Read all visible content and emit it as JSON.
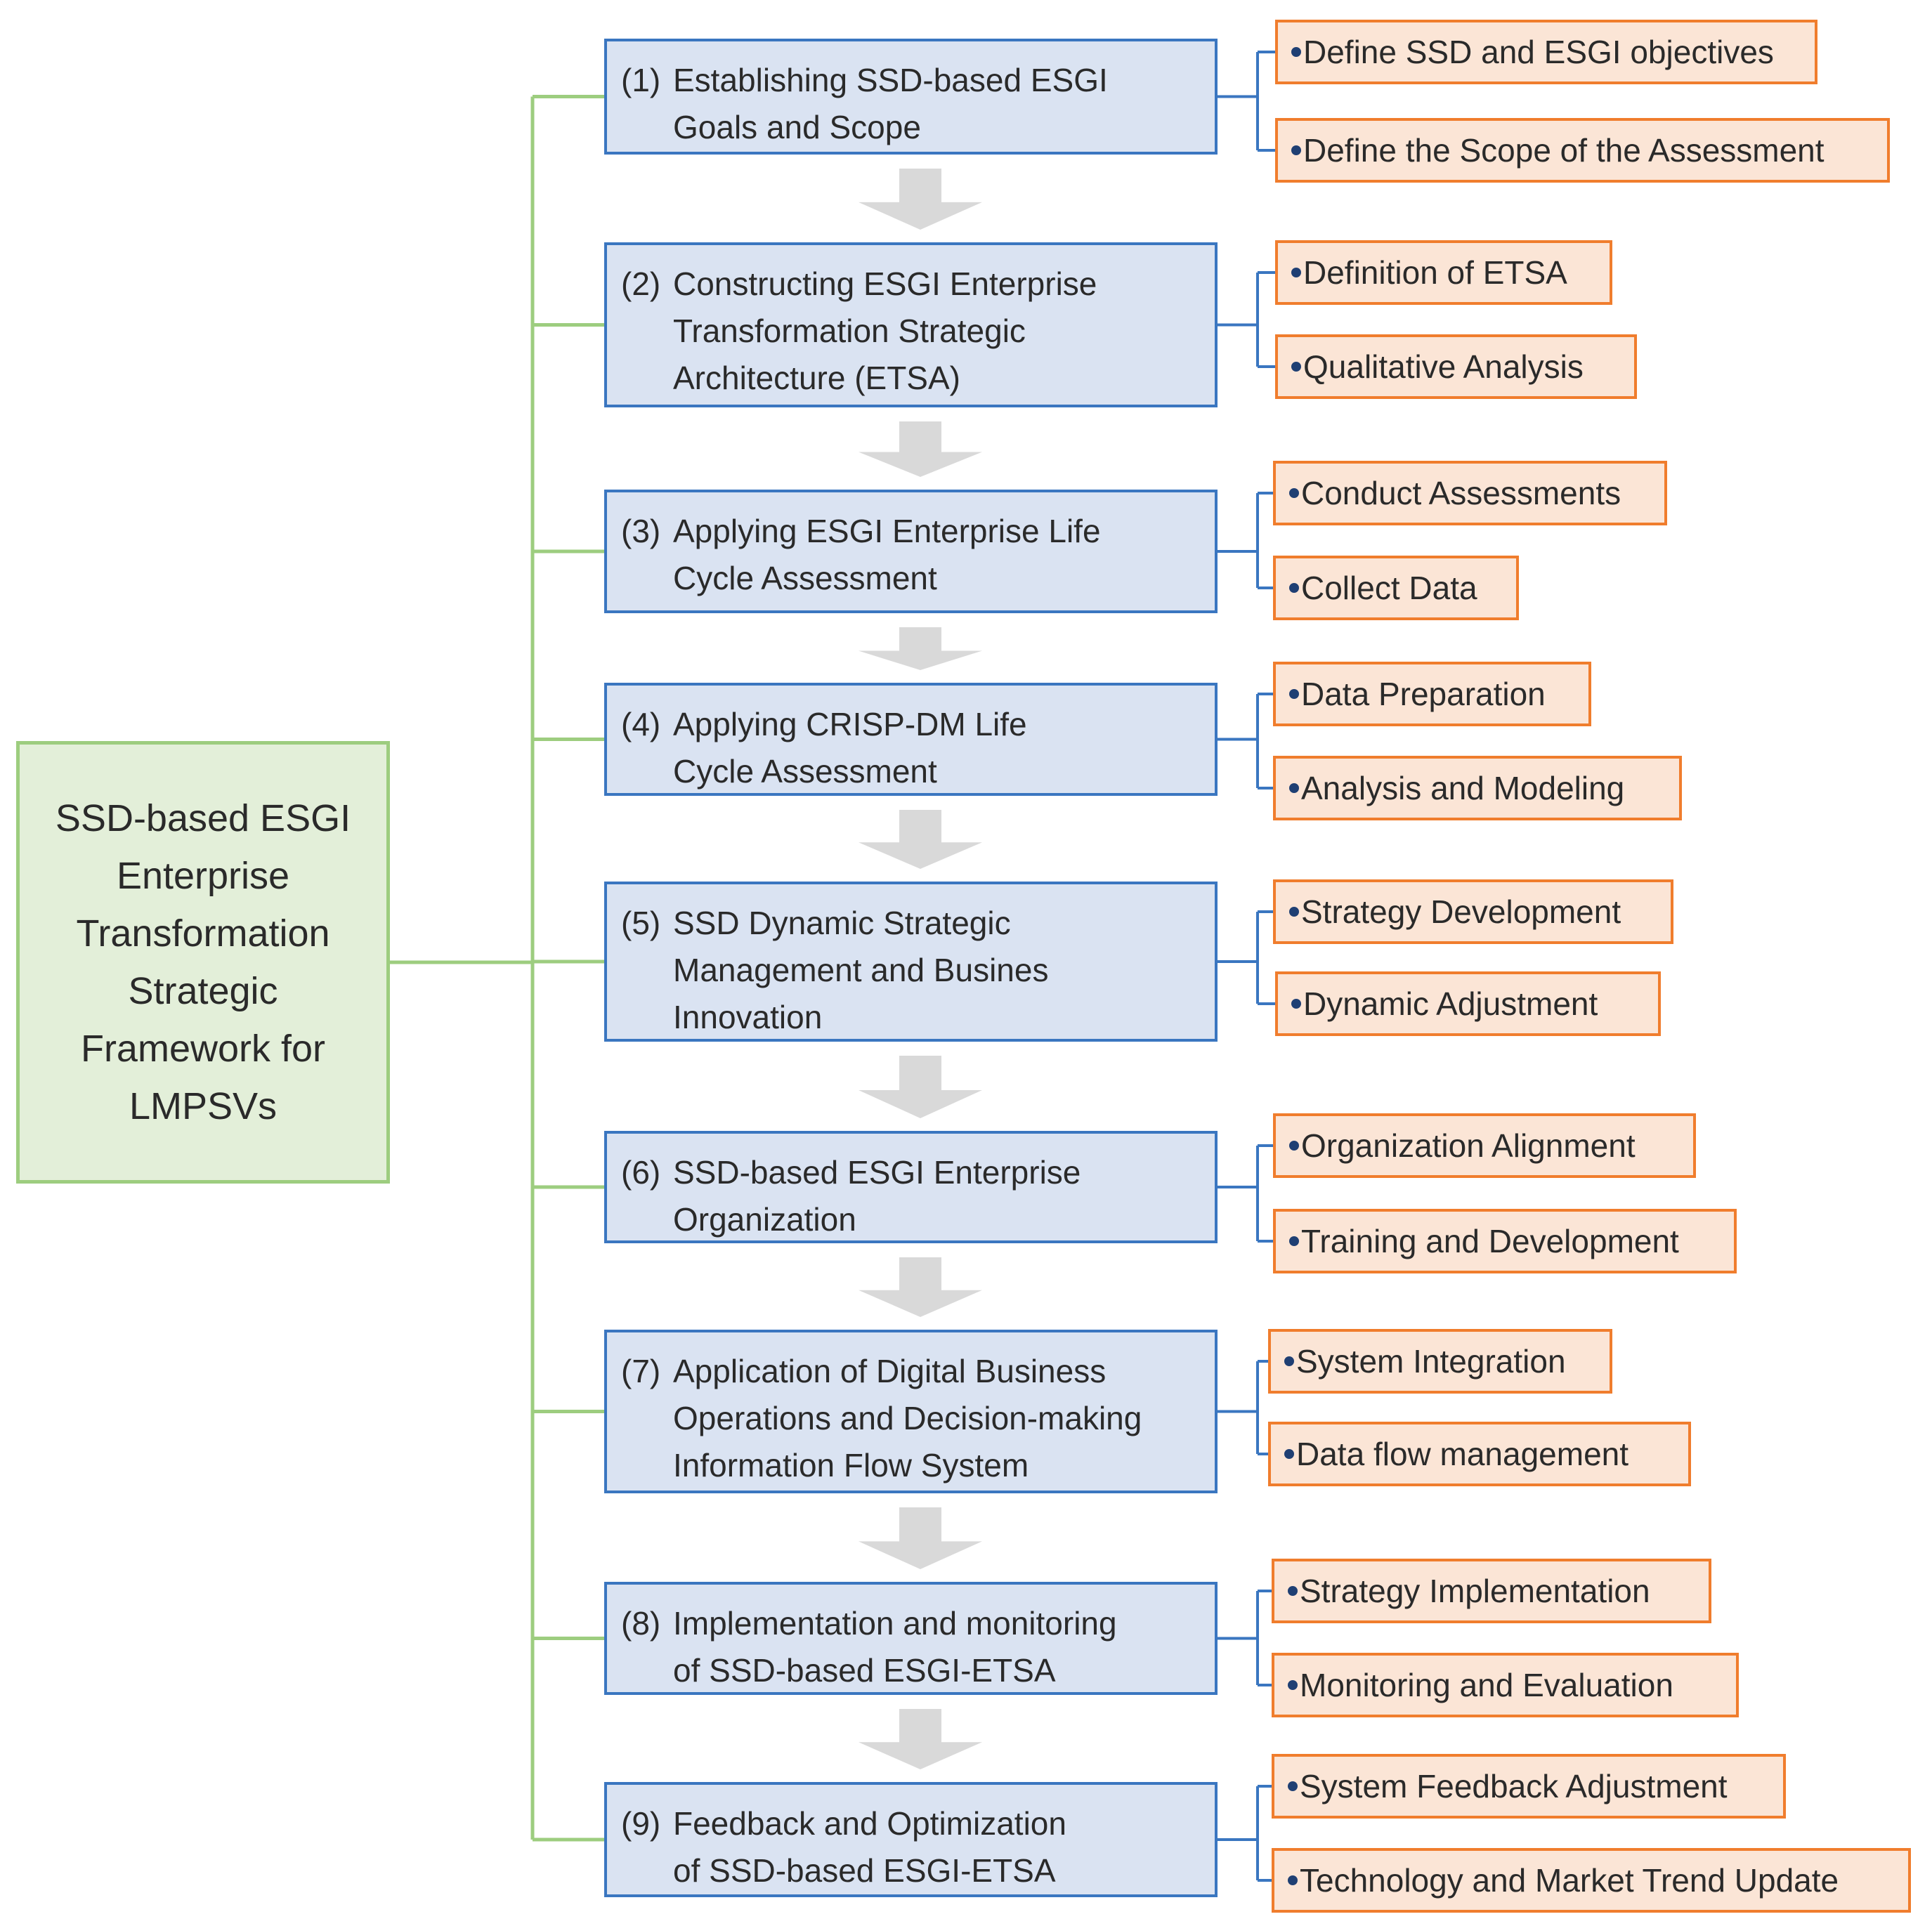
{
  "root": {
    "lines": [
      "SSD-based ESGI",
      "Enterprise",
      "Transformation",
      "Strategic",
      "Framework for",
      "LMPSVs"
    ]
  },
  "steps": [
    {
      "num": "(1)",
      "lines": [
        "Establishing SSD-based ESGI",
        "Goals and Scope"
      ],
      "subs": [
        "Define SSD and ESGI objectives",
        "Define the Scope of the Assessment"
      ]
    },
    {
      "num": "(2)",
      "lines": [
        "Constructing  ESGI Enterprise",
        "Transformation Strategic",
        "Architecture (ETSA)"
      ],
      "subs": [
        "Definition of ETSA",
        "Qualitative Analysis"
      ]
    },
    {
      "num": "(3)",
      "lines": [
        "Applying ESGI Enterprise Life",
        "Cycle Assessment"
      ],
      "subs": [
        "Conduct Assessments",
        "Collect Data"
      ]
    },
    {
      "num": "(4)",
      "lines": [
        "Applying CRISP-DM Life",
        "Cycle Assessment"
      ],
      "subs": [
        "Data Preparation",
        "Analysis and Modeling"
      ]
    },
    {
      "num": "(5)",
      "lines": [
        "SSD Dynamic Strategic",
        "Management and Busines",
        "Innovation"
      ],
      "subs": [
        "Strategy Development",
        "Dynamic Adjustment"
      ]
    },
    {
      "num": "(6)",
      "lines": [
        "SSD-based ESGI Enterprise",
        "Organization"
      ],
      "subs": [
        "Organization Alignment",
        "Training and Development"
      ]
    },
    {
      "num": "(7)",
      "lines": [
        "Application of Digital Business",
        "Operations and Decision-making",
        "Information Flow System"
      ],
      "subs": [
        "System Integration",
        "Data flow management"
      ]
    },
    {
      "num": "(8)",
      "lines": [
        "Implementation and monitoring",
        "of SSD-based ESGI-ETSA"
      ],
      "subs": [
        "Strategy Implementation",
        "Monitoring and Evaluation"
      ]
    },
    {
      "num": "(9)",
      "lines": [
        "Feedback and Optimization",
        "of SSD-based ESGI-ETSA"
      ],
      "subs": [
        "System Feedback Adjustment",
        "Technology and Market Trend Update"
      ]
    }
  ],
  "colors": {
    "root_fill": "#e3efd9",
    "root_border": "#9dcd7f",
    "step_fill": "#dae3f2",
    "step_border": "#3a76c0",
    "sub_fill": "#fbe5d6",
    "sub_border": "#f07d2d",
    "arrow": "#d9d9d9",
    "green_line": "#9dcd7f",
    "blue_line": "#3a76c0"
  }
}
